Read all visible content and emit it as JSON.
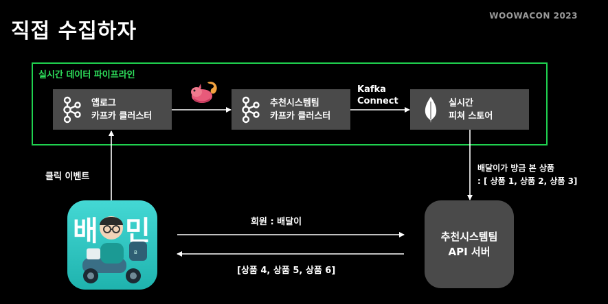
{
  "slide": {
    "title": "직접 수집하자",
    "brand": "WOOWACON 2023"
  },
  "pipeline": {
    "title": "실시간 데이터 파이프라인",
    "nodes": [
      {
        "label": "앱로그\n카프카 클러스터",
        "icon": "kafka-icon"
      },
      {
        "label": "추천시스템팀\n카프카 클러스터",
        "icon": "kafka-icon"
      },
      {
        "label": "실시간\n피쳐 스토어",
        "icon": "mongodb-leaf-icon"
      }
    ],
    "connector_label": "Kafka\nConnect"
  },
  "app": {
    "name": "배달의민족 앱",
    "icon": "baemin-app-icon",
    "logo_text": "배 민",
    "event_label": "클릭 이벤트",
    "accent": "#2ac1bc"
  },
  "api_server": {
    "label": "추천시스템팀\nAPI 서버"
  },
  "flows": {
    "feature_lookup": "배달이가 방금 본 상품\n: [ 상품 1, 상품 2, 상품 3]",
    "request": "회원 : 배달이",
    "response": "[상품 4, 상품 5, 상품 6]"
  },
  "colors": {
    "pipeline_border": "#1fd14f",
    "node_bg": "#4a4a4a",
    "background": "#000000"
  }
}
